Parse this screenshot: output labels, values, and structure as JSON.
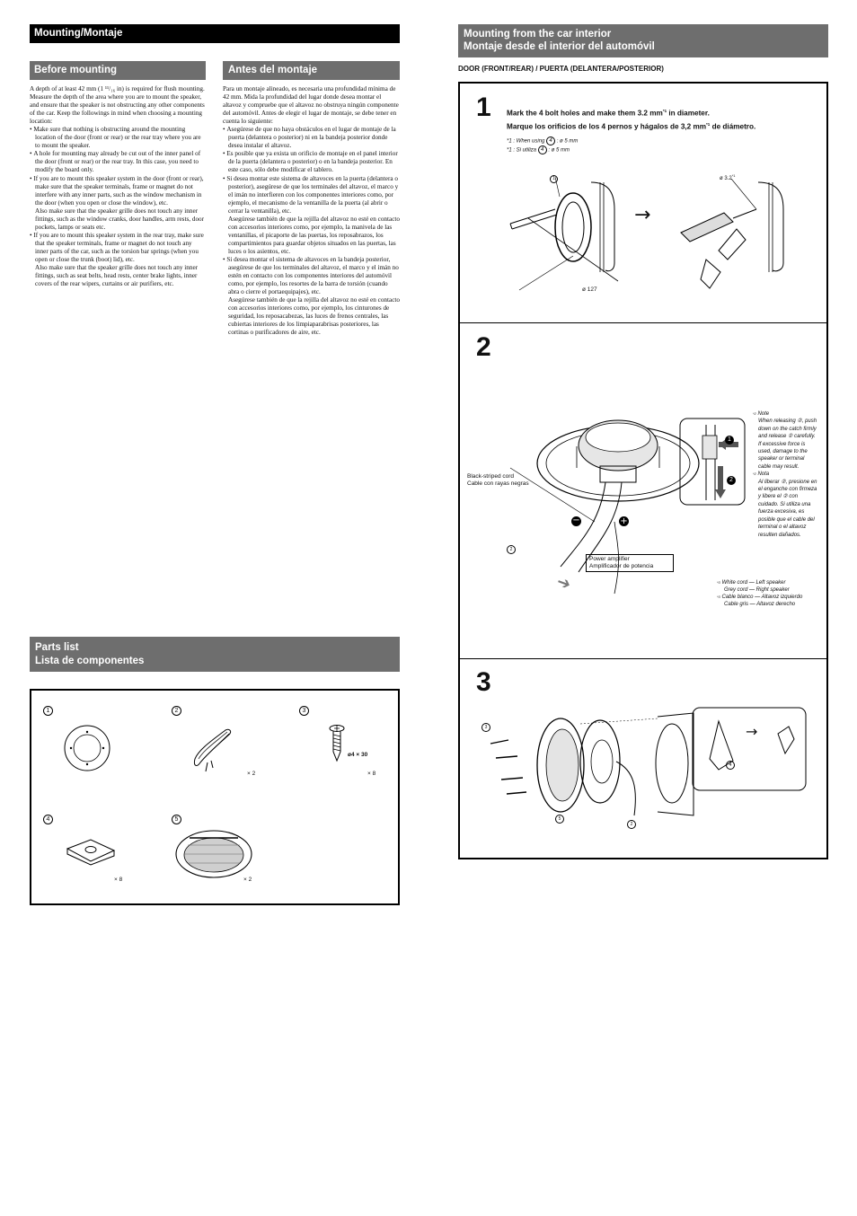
{
  "headers": {
    "mounting": "Mounting/Montaje",
    "before_mounting": "Before mounting",
    "antes_montaje": "Antes del montaje",
    "car_interior_en": "Mounting from the car interior",
    "car_interior_es": "Montaje desde el interior del automóvil",
    "door_label": "DOOR (FRONT/REAR) / PUERTA (DELANTERA/POSTERIOR)",
    "parts_en": "Parts list",
    "parts_es": "Lista de componentes"
  },
  "before_en": {
    "intro": "A depth of at least 42 mm (1 ¹¹/₁₆ in) is required for flush mounting. Measure the depth of the area where you are to mount the speaker, and ensure that the speaker is not obstructing any other components of the car. Keep the followings in mind when choosing a mounting location:",
    "b1": "Make sure that nothing is obstructing around the mounting location of the door (front or rear) or the rear tray where you are to mount the speaker.",
    "b2": "A hole for mounting may already be cut out of the inner panel of the door (front or rear) or the rear tray. In this case, you need to modify the board only.",
    "b3": "If you are to mount this speaker system in the door (front or rear), make sure that the speaker terminals, frame or magnet do not interfere with any inner parts, such as the window mechanism in the door (when you open or close the window), etc.",
    "b3b": "Also make sure that the speaker grille does not touch any inner fittings, such as the window cranks, door handles, arm rests, door pockets, lamps or seats etc.",
    "b4": "If you are to mount this speaker system in the rear tray, make sure that the speaker terminals, frame or magnet do not touch any inner parts of the car, such as the torsion bar springs (when you open or close the trunk (boot) lid), etc.",
    "b4b": "Also make sure that the speaker grille does not touch any inner fittings, such as seat belts, head rests, center brake lights, inner covers of the rear wipers, curtains or air purifiers, etc."
  },
  "before_es": {
    "intro": "Para un montaje alineado, es necesaria una profundidad mínima de 42 mm. Mida la profundidad del lugar donde desea montar el altavoz y compruebe que el altavoz no obstruya ningún componente del automóvil. Antes de elegir el lugar de montaje, se debe tener en cuenta lo siguiente:",
    "b1": "Asegúrese de que no haya obstáculos en el lugar de montaje de la puerta (delantera o posterior) ni en la bandeja posterior donde desea instalar el altavoz.",
    "b2": "Es posible que ya exista un orificio de montaje en el panel interior de la puerta (delantera o posterior) o en la bandeja posterior. En este caso, sólo debe modificar el tablero.",
    "b3": "Si desea montar este sistema de altavoces en la puerta (delantera o posterior), asegúrese de que los terminales del altavoz, el marco y el imán no interfieren con los componentes interiores como, por ejemplo, el mecanismo de la ventanilla de la puerta (al abrir o cerrar la ventanilla), etc.",
    "b3b": "Asegúrese también de que la rejilla del altavoz no esté en contacto con accesorios interiores como, por ejemplo, la manivela de las ventanillas, el picaporte de las puertas, los reposabrazos, los compartimientos para guardar objetos situados en las puertas, las luces o los asientos, etc.",
    "b4": "Si desea montar el sistema de altavoces en la bandeja posterior, asegúrese de que los terminales del altavoz, el marco y el imán no estén en contacto con los componentes interiores del automóvil como, por ejemplo, los resortes de la barra de torsión (cuando abra o cierre el portaequipajes), etc.",
    "b4b": "Asegúrese también de que la rejilla del altavoz no esté en contacto con accesorios interiores como, por ejemplo, los cinturones de seguridad, los reposacabezas, las luces de frenos centrales, las cubiertas interiores de los limpiaparabrisas posteriores, las cortinas o purificadores de aire, etc."
  },
  "steps": {
    "s1": "1",
    "s2": "2",
    "s3": "3",
    "s1_en": "Mark the 4 bolt holes and make them 3.2 mm",
    "s1_en_end": " in diameter.",
    "s1_es": "Marque los orificios de los 4 pernos y hágalos de 3,2 mm",
    "s1_es_end": " de diámetro.",
    "sup1": "*1",
    "fn1_en": ": When using",
    "fn1_es": ": Si utiliza",
    "fn1_tail": ": ø 5 mm",
    "dim_32": "ø 3.2",
    "dim_127": "ø 127",
    "black_cord_en": "Black-striped cord",
    "black_cord_es": "Cable con rayas negras",
    "amp_en": "Power amplifier",
    "amp_es": "Amplificador de potencia",
    "note_en_title": "Note",
    "note_en": "When releasing ②, push down on the catch firmly and release ② carefully. If excessive force is used, damage to the speaker or terminal cable may result.",
    "note_es_title": "Nota",
    "note_es": "Al liberar ②, presione en el enganche con firmeza y libere el ② con cuidado. Si utiliza una fuerza excesiva, es posible que el cable del terminal o el altavoz resulten dañados.",
    "cord_en_1": "White cord — Left speaker",
    "cord_en_2": "Grey cord — Right speaker",
    "cord_es_1": "Cable blanco — Altavoz izquierdo",
    "cord_es_2": "Cable gris — Altavoz derecho"
  },
  "parts": {
    "p1": "1",
    "p2": "2",
    "p3": "3",
    "p4": "4",
    "p5": "5",
    "q2": "× 2",
    "q3": "× 8",
    "q4": "× 8",
    "q5": "× 2",
    "screw": "ø4 × 30"
  }
}
